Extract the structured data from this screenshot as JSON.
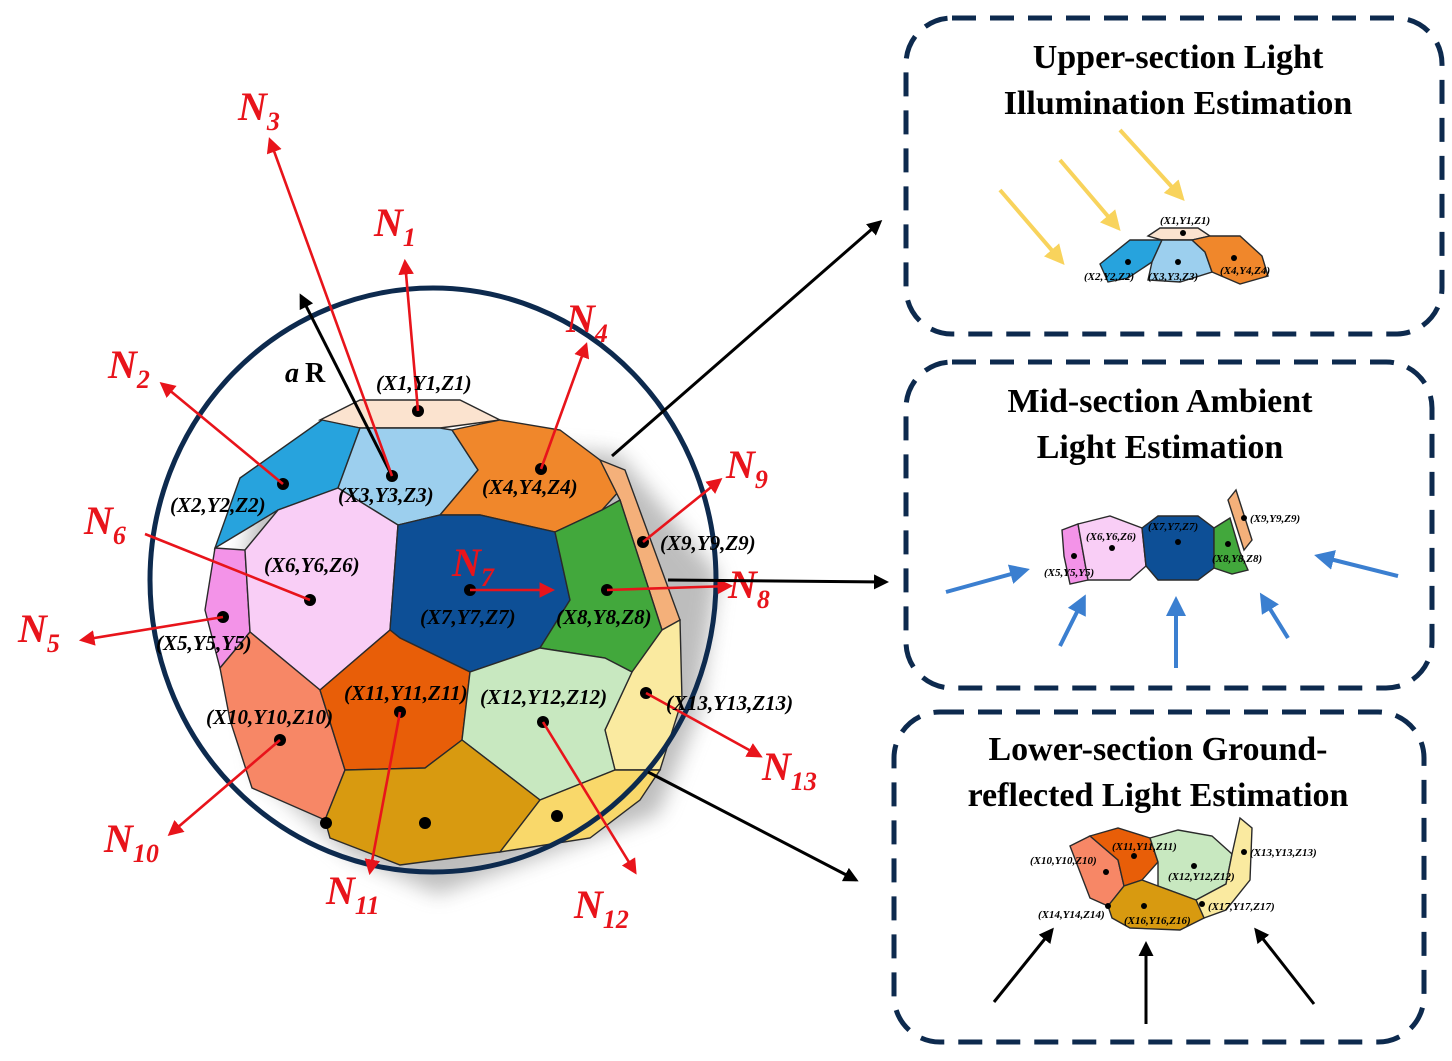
{
  "colors": {
    "panel_border": "#0d2a4e",
    "normal_vector": "#e8141b",
    "upper_light": "#f8d35c",
    "ambient_light": "#3b7fd0",
    "ground_light": "#000000",
    "center_face": "#0d4f96"
  },
  "panels": {
    "upper": {
      "line1": "Upper-section Light",
      "line2": "Illumination Estimation"
    },
    "mid": {
      "line1": "Mid-section Ambient",
      "line2": "Light Estimation"
    },
    "lower": {
      "line1": "Lower-section Ground-",
      "line2": "reflected Light Estimation"
    }
  },
  "radius_label": {
    "prefix": "a",
    "symbol": "R"
  },
  "normals": {
    "n1": {
      "base": "N",
      "sub": "1"
    },
    "n2": {
      "base": "N",
      "sub": "2"
    },
    "n3": {
      "base": "N",
      "sub": "3"
    },
    "n4": {
      "base": "N",
      "sub": "4"
    },
    "n5": {
      "base": "N",
      "sub": "5"
    },
    "n6": {
      "base": "N",
      "sub": "6"
    },
    "n7": {
      "base": "N",
      "sub": "7"
    },
    "n8": {
      "base": "N",
      "sub": "8"
    },
    "n9": {
      "base": "N",
      "sub": "9"
    },
    "n10": {
      "base": "N",
      "sub": "10"
    },
    "n11": {
      "base": "N",
      "sub": "11"
    },
    "n12": {
      "base": "N",
      "sub": "12"
    },
    "n13": {
      "base": "N",
      "sub": "13"
    }
  },
  "coords": {
    "c1": "(X1,Y1,Z1)",
    "c2": "(X2,Y2,Z2)",
    "c3": "(X3,Y3,Z3)",
    "c4": "(X4,Y4,Z4)",
    "c5": "(X5,Y5,Y5)",
    "c6": "(X6,Y6,Z6)",
    "c7": "(X7,Y7,Z7)",
    "c8": "(X8,Y8,Z8)",
    "c9": "(X9,Y9,Z9)",
    "c10": "(X10,Y10,Z10)",
    "c11": "(X11,Y11,Z11)",
    "c12": "(X12,Y12,Z12)",
    "c13": "(X13,Y13,Z13)",
    "c14": "(X14,Y14,Z14)",
    "c16": "(X16,Y16,Z16)",
    "c17": "(X17,Y17,Z17)"
  }
}
